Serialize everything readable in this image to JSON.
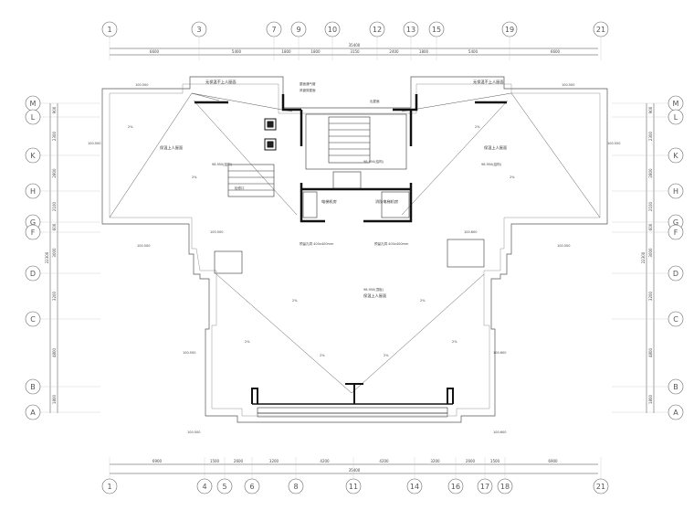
{
  "axes": {
    "top": [
      "1",
      "3",
      "7",
      "9",
      "10",
      "12",
      "13",
      "15",
      "19",
      "21"
    ],
    "bottom": [
      "1",
      "4",
      "5",
      "6",
      "8",
      "11",
      "14",
      "16",
      "17",
      "18",
      "21"
    ],
    "left": [
      "M",
      "L",
      "K",
      "H",
      "G",
      "F",
      "D",
      "C",
      "B",
      "A"
    ],
    "right": [
      "M",
      "L",
      "K",
      "H",
      "G",
      "F",
      "D",
      "C",
      "B",
      "A"
    ]
  },
  "dims": {
    "top_segments": [
      "6600",
      "5400",
      "1800",
      "1800",
      "3150",
      "2400",
      "1800",
      "5400",
      "6600"
    ],
    "top_total": "35400",
    "bottom_segments": [
      "6900",
      "1500",
      "2600",
      "3200",
      "4200",
      "4200",
      "3200",
      "2600",
      "1500",
      "6900"
    ],
    "bottom_total": "35400",
    "left_segments": [
      "900",
      "2300",
      "2800",
      "2100",
      "600",
      "3000",
      "3200",
      "4800",
      "1800"
    ],
    "left_total": "22300",
    "right_segments": [
      "900",
      "2300",
      "2800",
      "2100",
      "600",
      "3000",
      "3200",
      "4800",
      "1800"
    ],
    "right_total": "22300"
  },
  "labels": {
    "roof_left": "保温上人屋面",
    "roof_right": "保温上人屋面",
    "roof_main": "保温上人屋面",
    "roof_top_left": "无保温不上人屋面",
    "roof_top_right": "无保温不上人屋面",
    "elevator_room": "电梯机房",
    "fire_elevator_room": "消防电梯机房",
    "main_elev": "98.950(顶板)",
    "elev_left": "98.950(结构)",
    "elev_right": "98.950(结构)",
    "elev_center": "98.950(结构)",
    "slope": "2%",
    "edge_100_500": "100.500",
    "edge_100_550": "100.550",
    "edge_100_600": "100.600",
    "hole_left": "预留孔洞 400x400mm",
    "hole_right": "预留孔洞 400x400mm",
    "note_a": "屋面通气管",
    "note_b": "风管穿屋面",
    "note_c": "出屋面",
    "note_d": "检修口"
  }
}
